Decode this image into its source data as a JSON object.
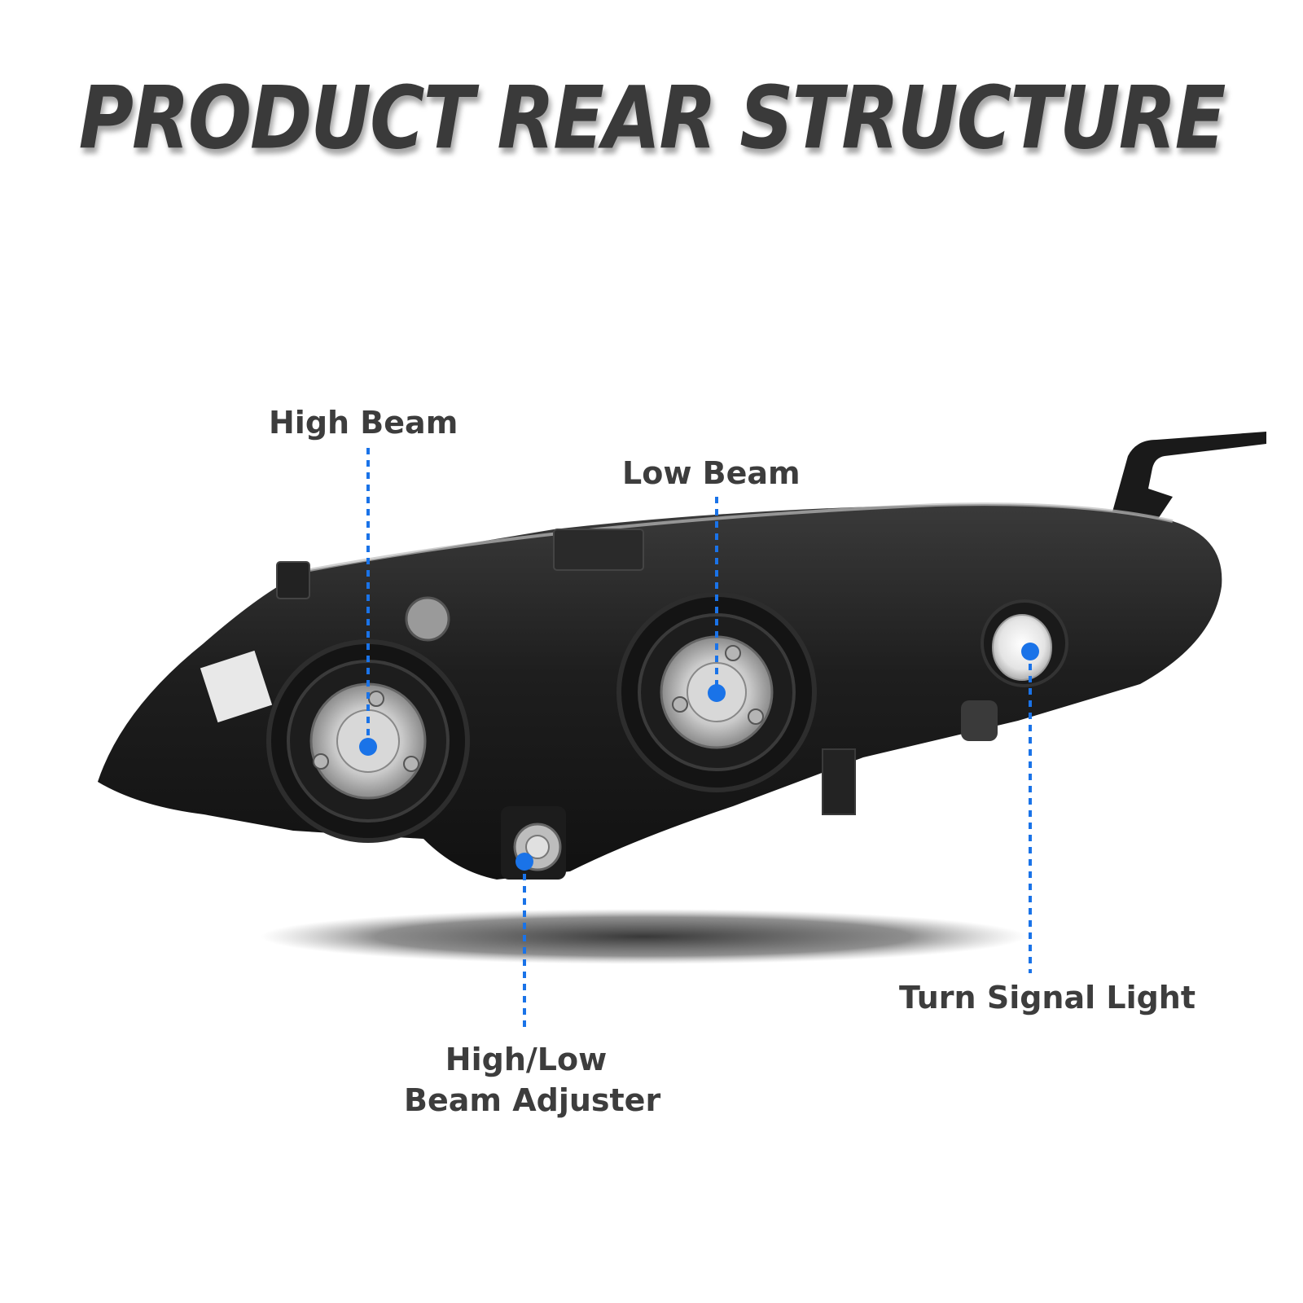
{
  "title": "PRODUCT REAR STRUCTURE",
  "labels": {
    "high_beam": "High Beam",
    "low_beam": "Low Beam",
    "turn_signal": "Turn Signal Light",
    "adjuster_line1": "High/Low",
    "adjuster_line2": "Beam Adjuster"
  },
  "colors": {
    "title": "#3a3a3a",
    "label": "#3d3d3d",
    "callout": "#1a73e8",
    "housing": "#1c1c1c"
  }
}
